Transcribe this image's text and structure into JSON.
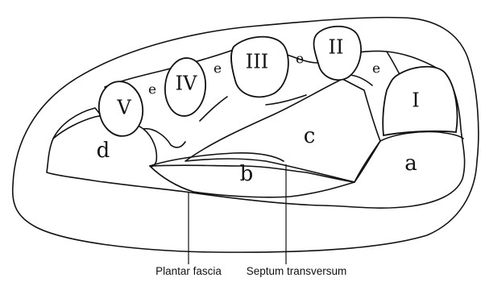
{
  "labels": {
    "bones": {
      "I": "I",
      "II": "II",
      "III": "III",
      "IV": "IV",
      "V": "V"
    },
    "compartments": {
      "a": "a",
      "b": "b",
      "c": "c",
      "d": "d"
    },
    "e": "e"
  },
  "captions": {
    "plantar_fascia": "Plantar fascia",
    "septum_transversum": "Septum transversum"
  }
}
